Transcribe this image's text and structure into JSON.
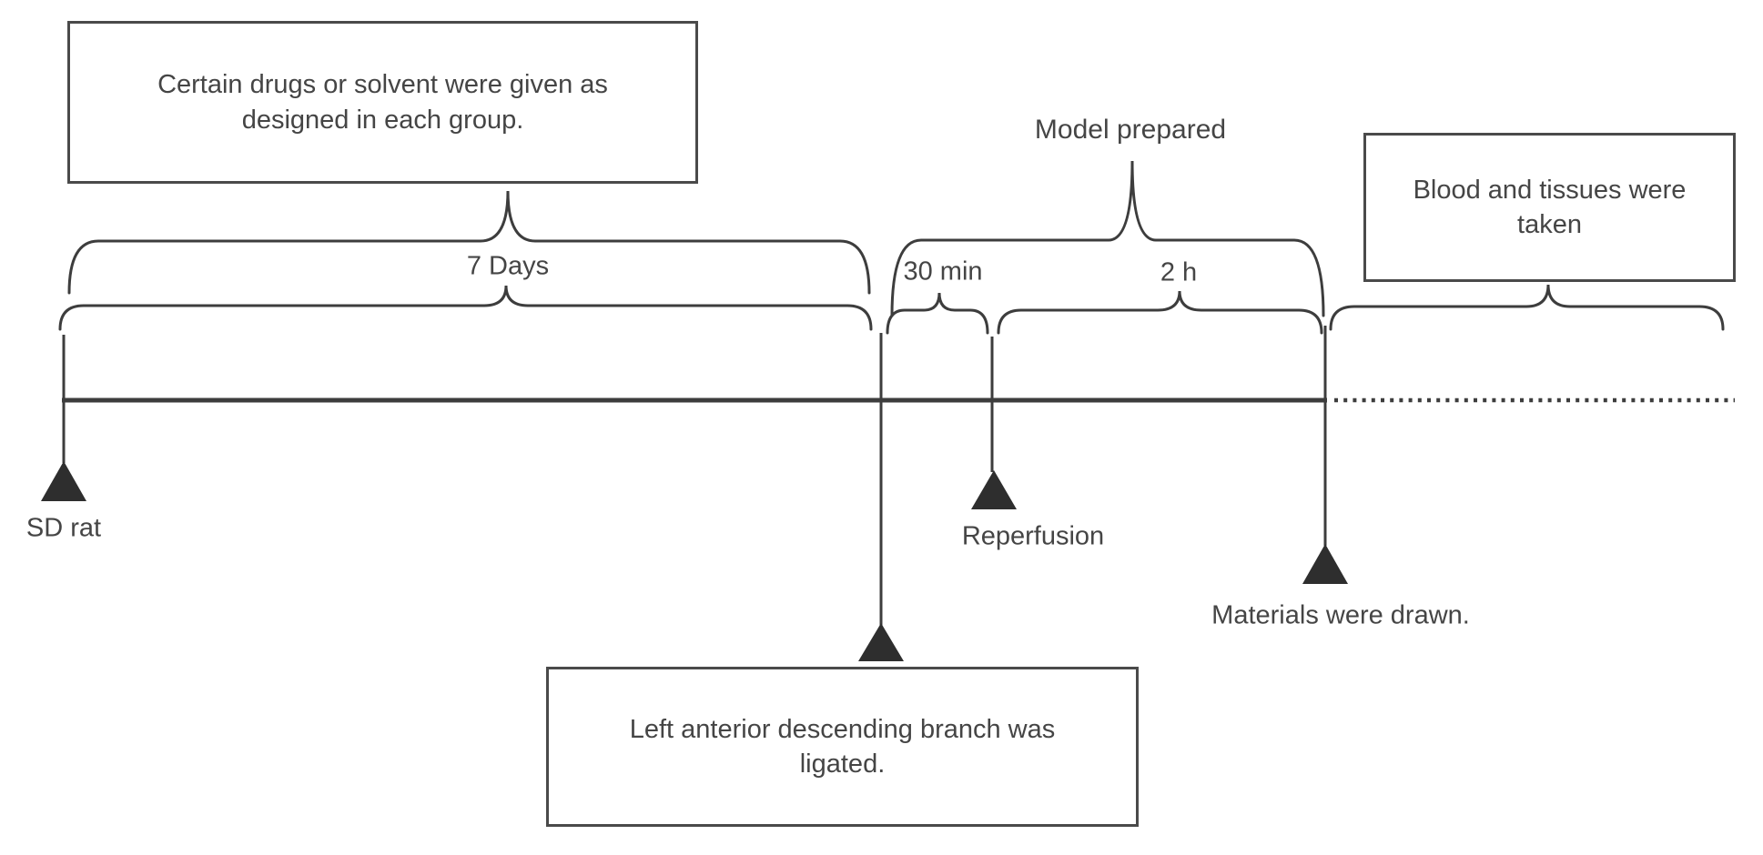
{
  "colors": {
    "background": "#ffffff",
    "line": "#3d3d3d",
    "marker": "#2e2e2e",
    "text": "#454545"
  },
  "annotation_boxes": {
    "drugs_box": "Certain drugs or solvent were given as designed in each group.",
    "blood_box": "Blood and tissues were taken",
    "ligation_box": "Left anterior descending branch was ligated."
  },
  "interval_labels": {
    "seven_days": "7 Days",
    "thirty_min": "30 min",
    "two_hours": "2 h"
  },
  "event_labels": {
    "model_prepared": "Model prepared",
    "sd_rat": "SD rat",
    "reperfusion": "Reperfusion",
    "materials_drawn": "Materials were drawn."
  },
  "timeline": {
    "events": [
      {
        "label": "SD rat",
        "note": "start of 7 Days pre-treatment"
      },
      {
        "label": "Left anterior descending branch was ligated.",
        "note": "after 7 Days"
      },
      {
        "label": "Reperfusion",
        "note": "after 30 min"
      },
      {
        "label": "Materials were drawn.",
        "note": "after 2 h; model prepared spans 30 min + 2 h"
      }
    ]
  }
}
